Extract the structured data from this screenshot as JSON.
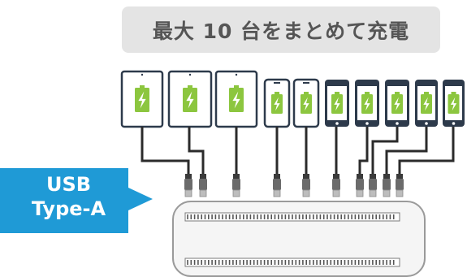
{
  "title": "最大 10 台をまとめて充電",
  "callout": {
    "line1": "USB",
    "line2": "Type-A"
  },
  "device_count": 10,
  "colors": {
    "title_bg": "#e4e4e4",
    "title_text": "#555555",
    "callout_bg": "#1f9ad6",
    "battery_green": "#8cc63f",
    "device_frame": "#2d3a4b",
    "cable": "#2b2b2b",
    "hub_fill": "#f5f5f5",
    "hub_stroke": "#9a9a9a"
  },
  "icons": {
    "device": "battery-charging-icon",
    "connector": "usb-plug-icon",
    "hub": "charging-hub-icon"
  }
}
